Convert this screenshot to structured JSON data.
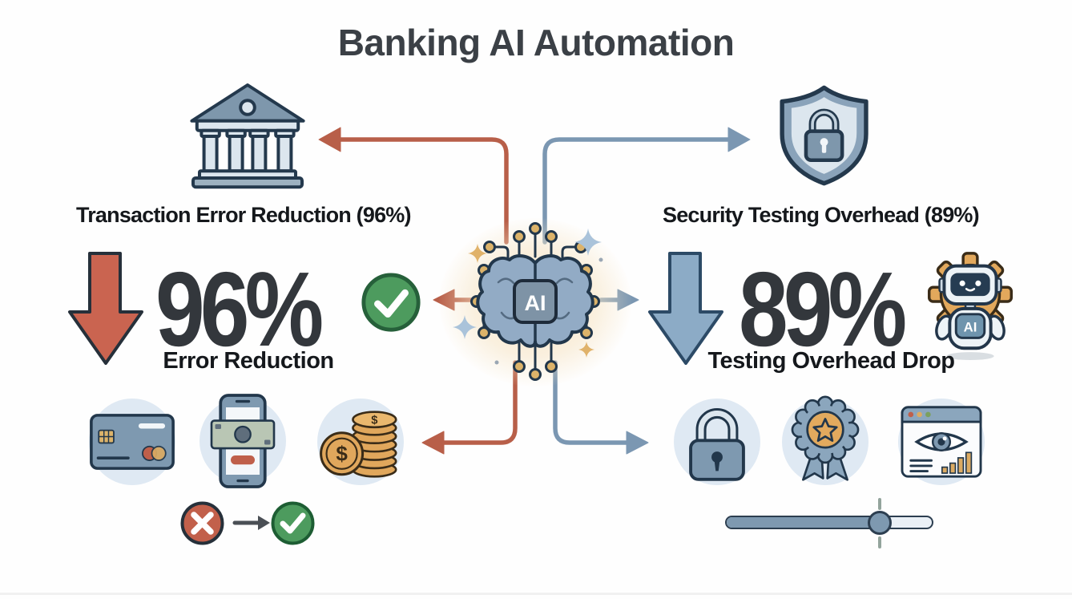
{
  "title": "Banking AI Automation",
  "left": {
    "heading": "Transaction Error Reduction (96%)",
    "percent": "96%",
    "label": "Error Reduction",
    "icons": [
      "bank-icon",
      "red-down-arrow-icon",
      "check-circle-icon",
      "credit-card-icon",
      "mobile-payment-icon",
      "coins-icon",
      "error-cross-icon",
      "transition-arrow-icon",
      "success-check-icon"
    ]
  },
  "right": {
    "heading": "Security Testing Overhead (89%)",
    "percent": "89%",
    "label": "Testing Overhead Drop",
    "robot_chest_label": "AI",
    "icons": [
      "shield-lock-icon",
      "blue-down-arrow-icon",
      "ai-robot-gear-icon",
      "padlock-icon",
      "award-rosette-icon",
      "monitoring-browser-icon",
      "progress-slider"
    ]
  },
  "center": {
    "chip_label": "AI",
    "icon": "ai-brain-chip-icon"
  },
  "symbols": {
    "dollar": "$"
  },
  "slider": {
    "value_percent": 74
  },
  "colors": {
    "accent_red": "#b85f49",
    "accent_blue": "#7b97b2",
    "success_green": "#4d9b5e",
    "error_red": "#c2604b",
    "gold": "#ddab62",
    "ink": "#15181c",
    "title_gray": "#3b4046",
    "icon_bg": "#dfe9f3",
    "glow": "#f6e4c4"
  }
}
